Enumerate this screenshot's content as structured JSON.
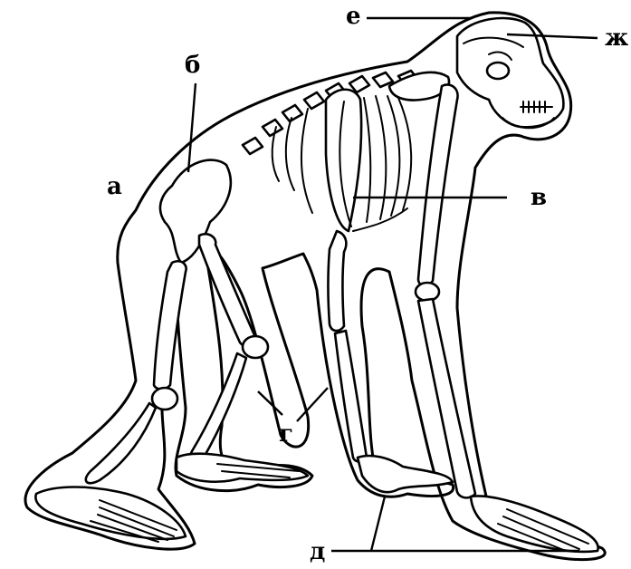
{
  "labels": {
    "a": "а",
    "b": "б",
    "v": "в",
    "g": "г",
    "d": "д",
    "e": "е",
    "zh": "ж"
  }
}
